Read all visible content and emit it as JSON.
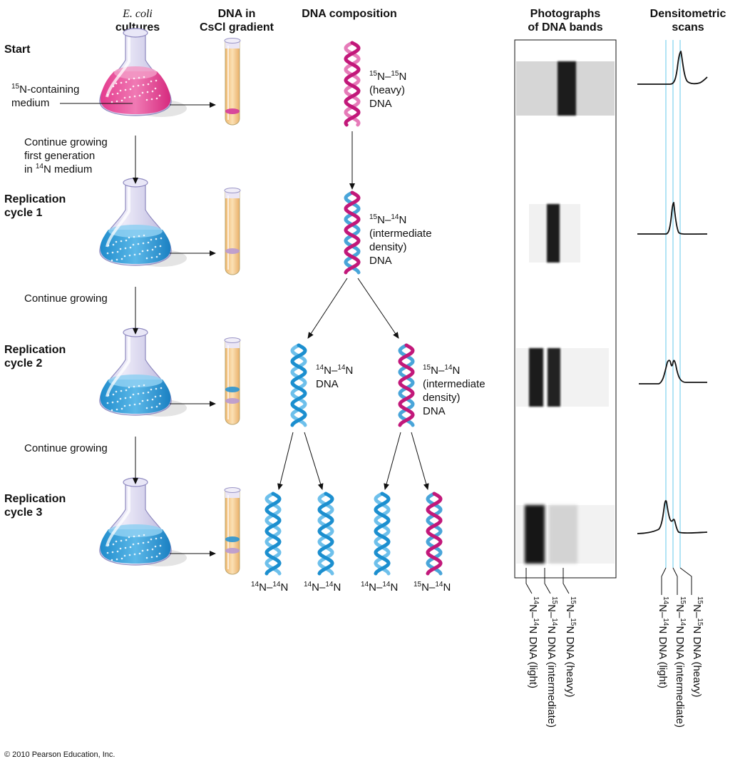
{
  "headers": {
    "ecoli_italic": "E. coli",
    "ecoli_rest": "cultures",
    "dna_gradient_l1": "DNA in",
    "dna_gradient_l2": "CsCl gradient",
    "composition": "DNA composition",
    "photos_l1": "Photographs",
    "photos_l2": "of DNA bands",
    "scans_l1": "Densitometric",
    "scans_l2": "scans"
  },
  "rows": {
    "start": "Start",
    "cycle1_l1": "Replication",
    "cycle1_l2": "cycle 1",
    "cycle2_l1": "Replication",
    "cycle2_l2": "cycle 2",
    "cycle3_l1": "Replication",
    "cycle3_l2": "cycle 3"
  },
  "notes": {
    "medium_sup": "15",
    "medium_l1": "N-containing",
    "medium_l2": "medium",
    "grow1_l1": "Continue growing",
    "grow1_l2": "first generation",
    "grow1_l3_pre": "in ",
    "grow1_l3_sup": "14",
    "grow1_l3_post": "N medium",
    "grow2": "Continue growing",
    "grow3": "Continue growing"
  },
  "dna_labels": {
    "heavy": {
      "s1": "15",
      "a": "N–",
      "s2": "15",
      "b": "N",
      "l2": "(heavy)",
      "l3": "DNA"
    },
    "inter1": {
      "s1": "15",
      "a": "N–",
      "s2": "14",
      "b": "N",
      "l2": "(intermediate",
      "l3": "density)",
      "l4": "DNA"
    },
    "light2": {
      "s1": "14",
      "a": "N–",
      "s2": "14",
      "b": "N",
      "l2": "DNA"
    },
    "inter2": {
      "s1": "15",
      "a": "N–",
      "s2": "14",
      "b": "N",
      "l2": "(intermediate",
      "l3": "density)",
      "l4": "DNA"
    },
    "bottom": [
      {
        "s1": "14",
        "a": "N–",
        "s2": "14",
        "b": "N"
      },
      {
        "s1": "14",
        "a": "N–",
        "s2": "14",
        "b": "N"
      },
      {
        "s1": "14",
        "a": "N–",
        "s2": "14",
        "b": "N"
      },
      {
        "s1": "15",
        "a": "N–",
        "s2": "14",
        "b": "N"
      }
    ]
  },
  "band_keys": {
    "light": {
      "s1": "14",
      "a": "N–",
      "s2": "14",
      "b": "N DNA (light)"
    },
    "intermediate": {
      "s1": "15",
      "a": "N–",
      "s2": "14",
      "b": "N DNA (intermediate)"
    },
    "heavy": {
      "s1": "15",
      "a": "N–",
      "s2": "15",
      "b": "N DNA (heavy)"
    }
  },
  "copyright": "© 2010 Pearson Education, Inc.",
  "colors": {
    "heavy_magenta": "#c2187a",
    "light_blue": "#1c8fcf",
    "pink_medium": "#e04a98",
    "blue_medium": "#2d9bd6",
    "tube_gold": "#f4c98a",
    "guide_cyan": "#7fd3ee"
  }
}
